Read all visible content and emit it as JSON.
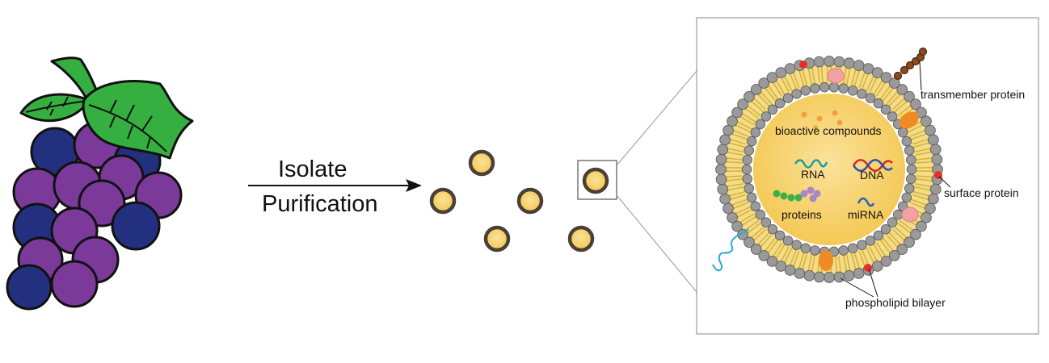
{
  "process": {
    "step_isolate": "Isolate",
    "step_purification": "Purification"
  },
  "vesicle": {
    "label_transmember": "transmember protein",
    "label_bioactive": "bioactive compounds",
    "label_rna": "RNA",
    "label_dna": "DNA",
    "label_proteins": "proteins",
    "label_mirna": "miRNA",
    "label_surface": "surface protein",
    "label_bilayer": "phospholipid bilayer"
  },
  "colors": {
    "grape_purple": "#7b3a9a",
    "grape_blue": "#23307f",
    "leaf_green": "#35b040",
    "vesicle_core": "#f8d77a",
    "lipid_head": "#9a9a9a",
    "lipid_tail": "#d9b437",
    "transmember": "#8a4b1f",
    "surface_protein": "#e53228",
    "bioactive": "#f2a23a",
    "rna": "#1a9e9a",
    "dna_a": "#d22a2a",
    "dna_b": "#2b4fb5",
    "proteins_green": "#3fae48",
    "proteins_purple": "#a986c8",
    "mirna": "#2b5fb5",
    "glycan": "#29a8d8",
    "pink_protein": "#f2a2a2",
    "orange_protein": "#f08a22"
  },
  "icons": [
    "grape-bunch-icon",
    "arrow-right-icon",
    "extracellular-vesicle-icon"
  ]
}
